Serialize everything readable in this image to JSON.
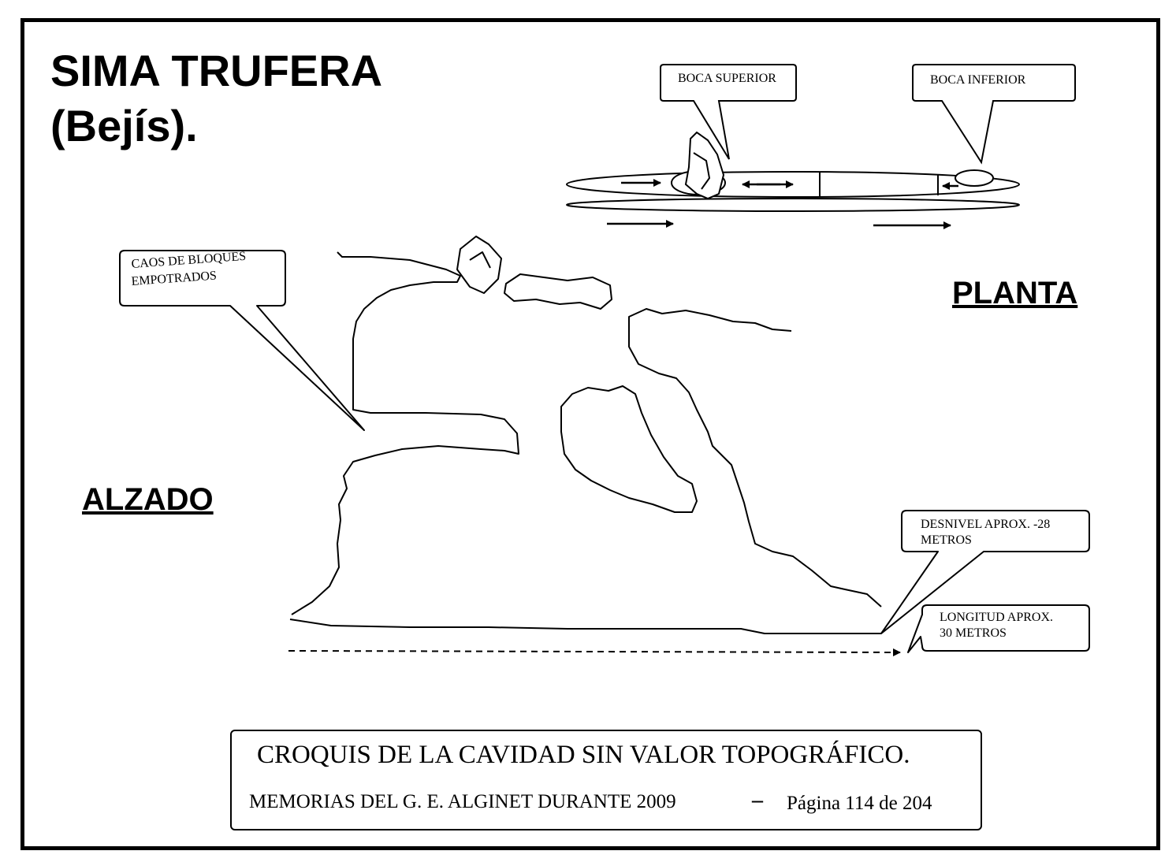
{
  "title": {
    "line1": "SIMA  TRUFERA",
    "line2": "(Bejís)."
  },
  "sections": {
    "plan": "PLANTA",
    "elevation": "ALZADO"
  },
  "callouts": {
    "upper_mouth": "BOCA SUPERIOR",
    "lower_mouth": "BOCA INFERIOR",
    "blocks_line1": "CAOS DE BLOQUES",
    "blocks_line2": "EMPOTRADOS",
    "depth_line1": "DESNIVEL APROX. -28",
    "depth_line2": "METROS",
    "length_line1": "LONGITUD APROX.",
    "length_line2": "30 METROS"
  },
  "footer": {
    "disclaimer": "CROQUIS DE LA CAVIDAD SIN VALOR TOPOGRÁFICO.",
    "memoir": "MEMORIAS DEL G. E. ALGINET DURANTE 2009",
    "separator": "–",
    "page": "Página 114 de 204"
  },
  "colors": {
    "ink": "#000000",
    "paper": "#ffffff"
  }
}
